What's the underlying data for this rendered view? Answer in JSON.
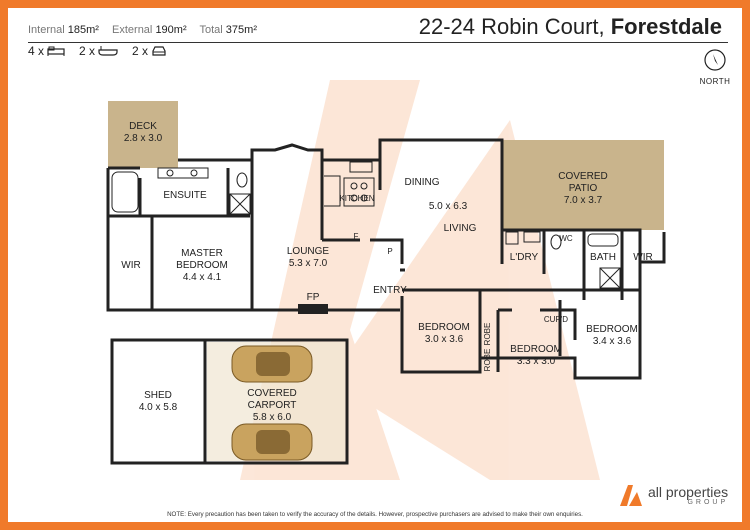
{
  "header": {
    "stats": [
      {
        "label": "Internal",
        "value": "185m²"
      },
      {
        "label": "External",
        "value": "190m²"
      },
      {
        "label": "Total",
        "value": "375m²"
      }
    ],
    "address": "22-24 Robin Court, ",
    "suburb": "Forestdale",
    "counts": [
      {
        "count": "4 x",
        "icon": "bed-icon"
      },
      {
        "count": "2 x",
        "icon": "bath-icon"
      },
      {
        "count": "2 x",
        "icon": "car-icon"
      }
    ],
    "north_label": "NORTH"
  },
  "rooms": {
    "deck": {
      "name": "DECK",
      "dim": "2.8 x 3.0"
    },
    "ensuite": {
      "name": "ENSUITE"
    },
    "wir_master": {
      "name": "WIR"
    },
    "master": {
      "name": "MASTER",
      "name2": "BEDROOM",
      "dim": "4.4 x 4.1"
    },
    "lounge": {
      "name": "LOUNGE",
      "dim": "5.3 x 7.0"
    },
    "fp": {
      "name": "FP"
    },
    "kitchen": {
      "name": "KITCHEN"
    },
    "f": {
      "name": "F"
    },
    "p": {
      "name": "P"
    },
    "dining": {
      "name": "DINING",
      "dim": "5.0 x 6.3"
    },
    "living": {
      "name": "LIVING"
    },
    "entry": {
      "name": "ENTRY"
    },
    "covered_patio": {
      "name": "COVERED",
      "name2": "PATIO",
      "dim": "7.0 x 3.7"
    },
    "ldry": {
      "name": "L'DRY"
    },
    "wc": {
      "name": "WC"
    },
    "bath": {
      "name": "BATH"
    },
    "wir_right": {
      "name": "WIR"
    },
    "bed2": {
      "name": "BEDROOM",
      "dim": "3.0 x 3.6"
    },
    "robe1": {
      "name": "ROBE"
    },
    "robe2": {
      "name": "ROBE"
    },
    "bed3": {
      "name": "BEDROOM",
      "dim": "3.3 x 3.0"
    },
    "cupd": {
      "name": "CUP'D"
    },
    "bed4": {
      "name": "BEDROOM",
      "dim": "3.4 x 3.6"
    },
    "shed": {
      "name": "SHED",
      "dim": "4.0 x 5.8"
    },
    "carport": {
      "name": "COVERED",
      "name2": "CARPORT",
      "dim": "5.8 x 6.0"
    }
  },
  "footer": {
    "note": "NOTE: Every precaution has been taken to verify the accuracy of the details. However, prospective purchasers are advised to make their own enquiries.",
    "logo_text": "all properties",
    "logo_sub": "GROUP"
  },
  "colors": {
    "accent": "#f07a2a",
    "deck": "#c9b48c",
    "wall": "#222222"
  }
}
